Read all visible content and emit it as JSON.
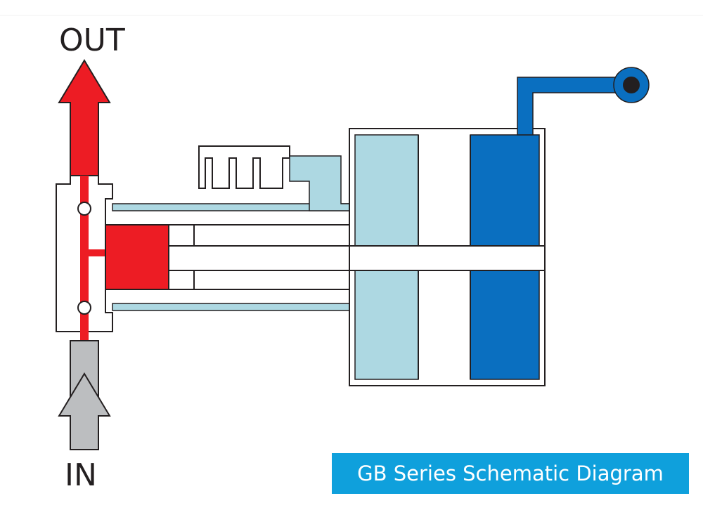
{
  "labels": {
    "out": "OUT",
    "in": "IN"
  },
  "caption": "GB Series Schematic Diagram",
  "colors": {
    "outlet_red": "#ed1c24",
    "inlet_gray": "#bcbec0",
    "light_blue": "#add8e2",
    "dark_blue": "#0a6fc0",
    "caption_bg": "#0fa0dc",
    "outline": "#231f20"
  }
}
